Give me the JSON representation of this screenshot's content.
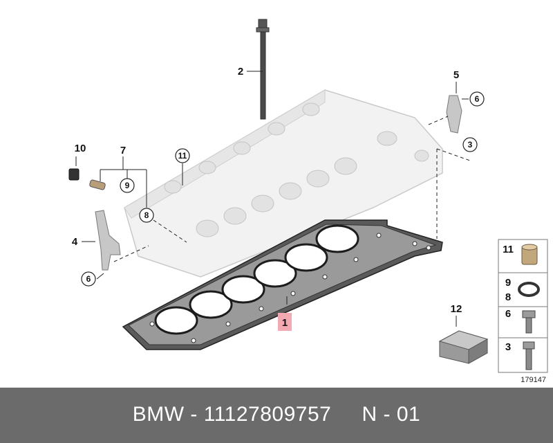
{
  "diagram": {
    "callouts": {
      "c1": "1",
      "c2": "2",
      "c3": "3",
      "c4": "4",
      "c5": "5",
      "c6a": "6",
      "c6b": "6",
      "c7": "7",
      "c8": "8",
      "c9": "9",
      "c10": "10",
      "c11": "11",
      "c12": "12"
    },
    "legend": {
      "r11": "11",
      "r9": "9",
      "r8": "8",
      "r6": "6",
      "r3": "3"
    },
    "drawing_number": "179147"
  },
  "footer": {
    "brand": "BMW",
    "sep1": " - ",
    "part_number": "11127809757",
    "gap": "     ",
    "code": "N - 01"
  }
}
